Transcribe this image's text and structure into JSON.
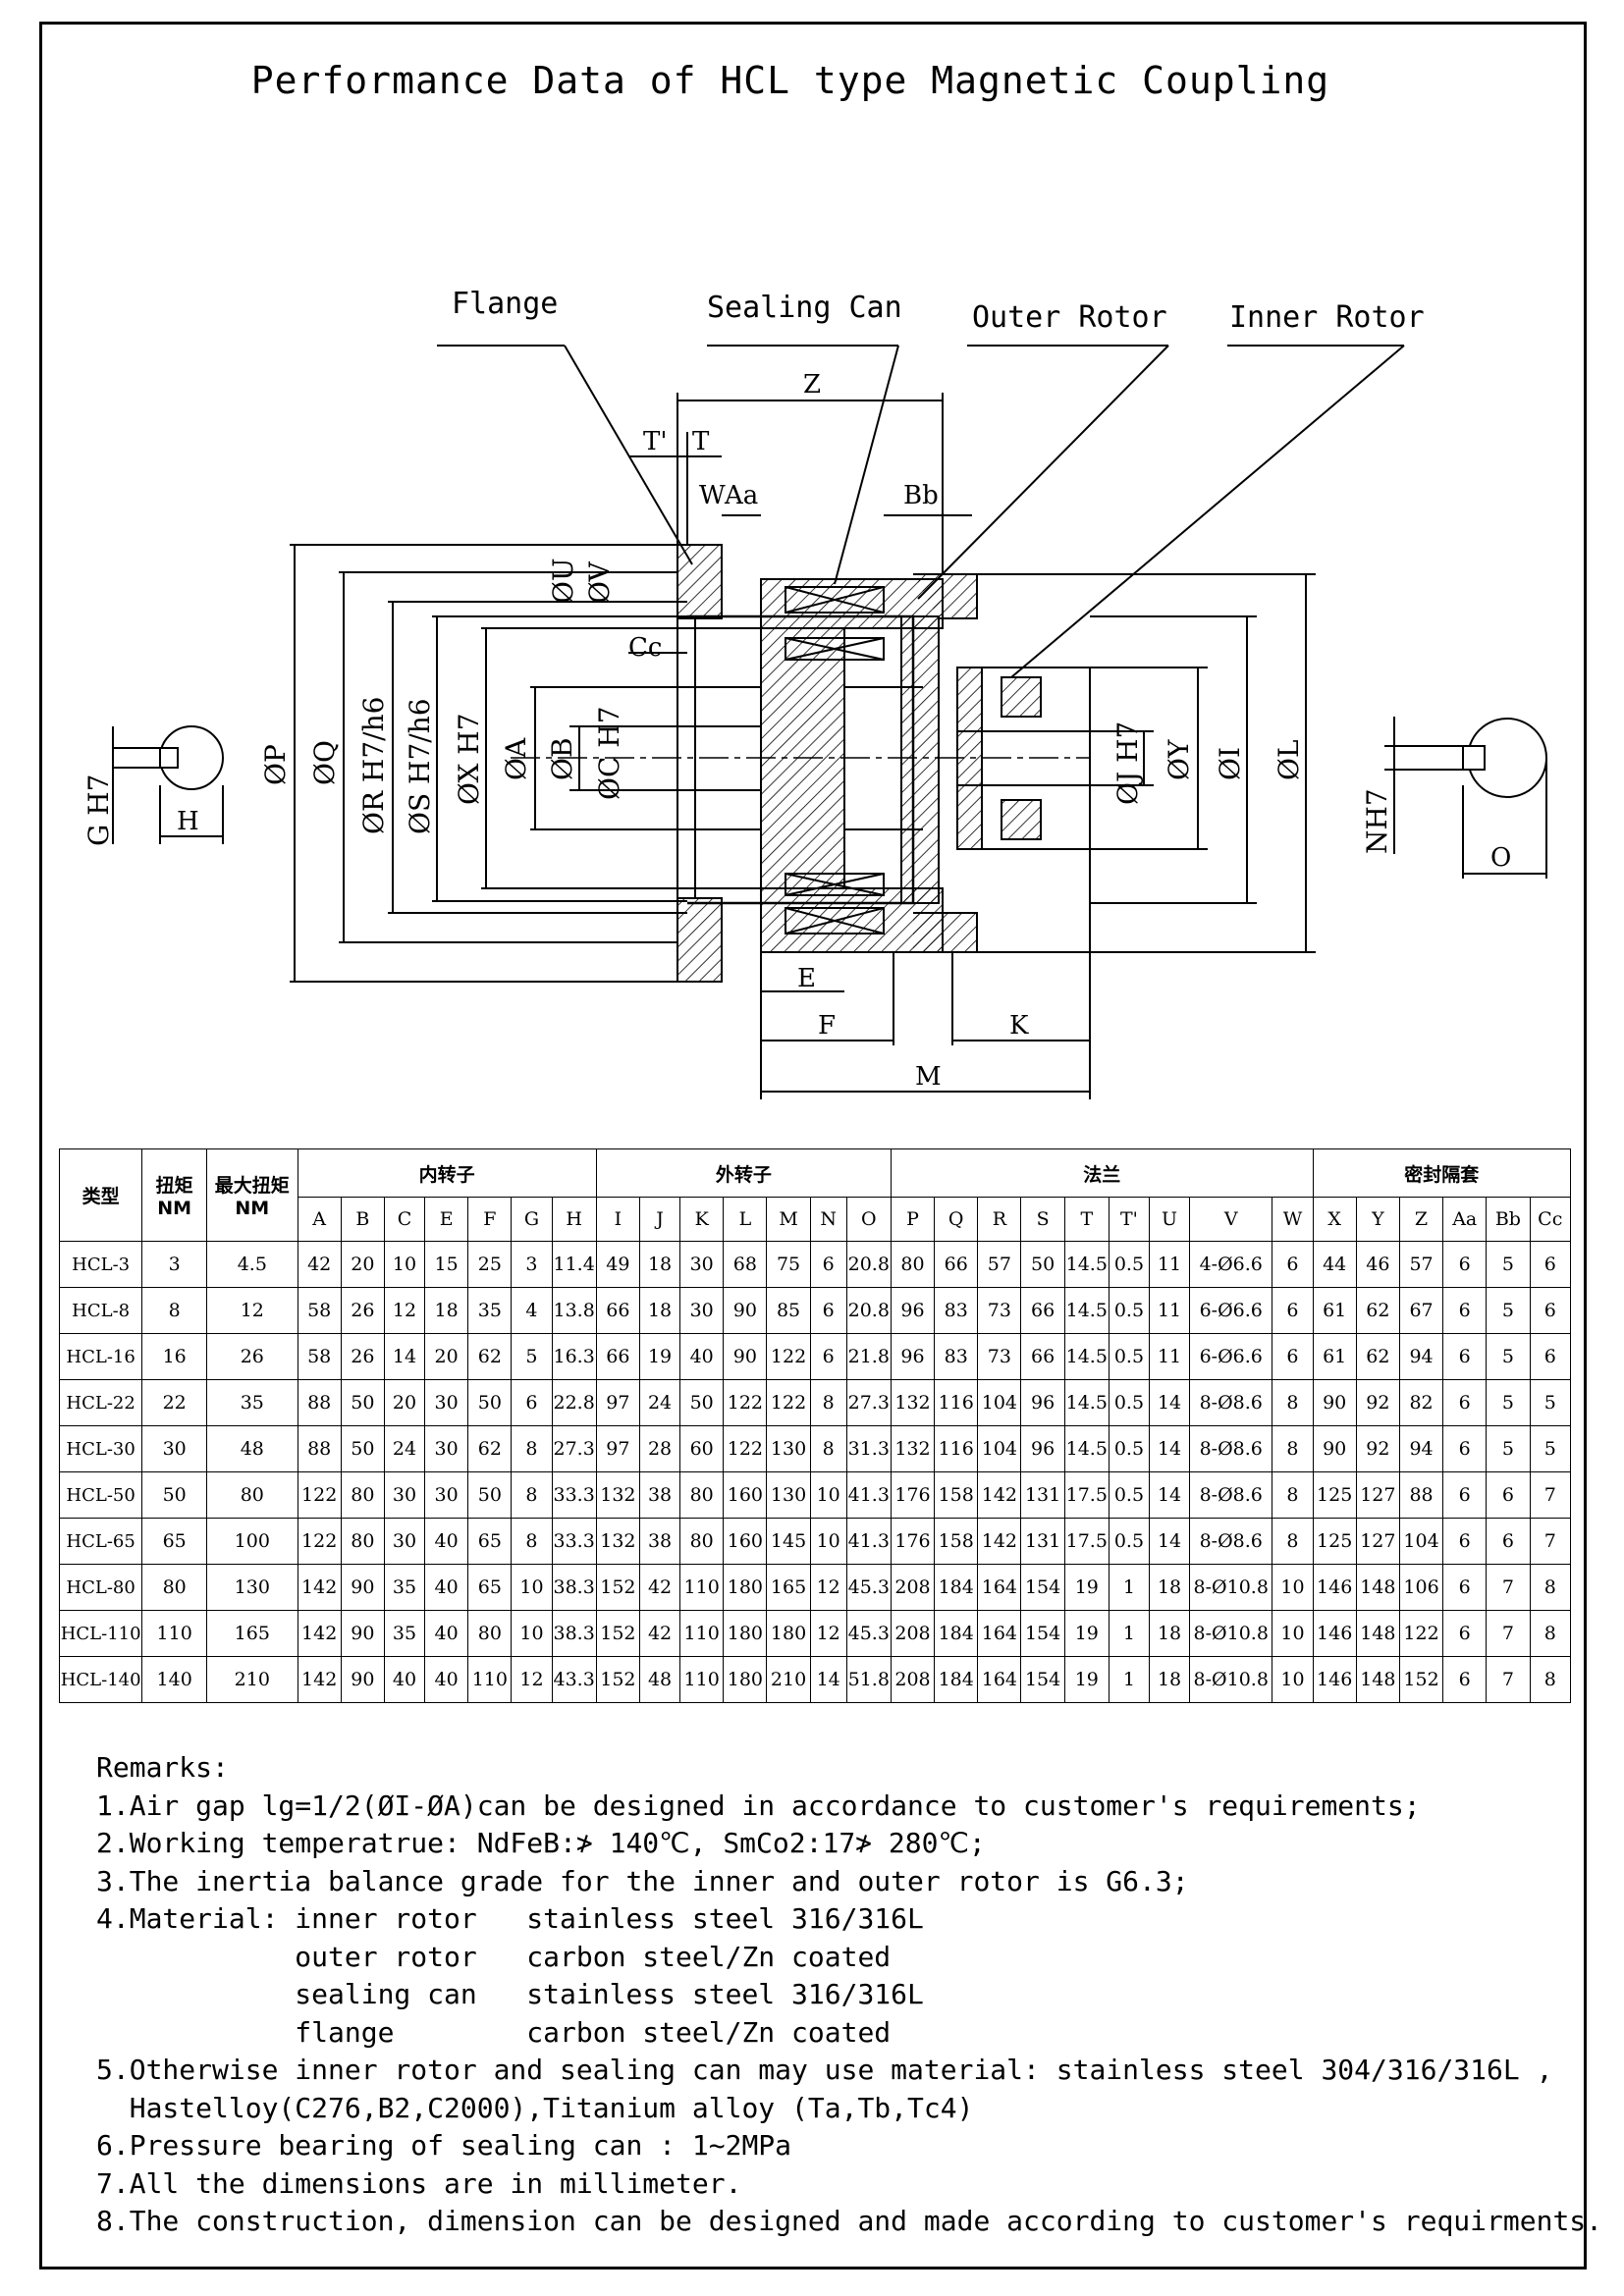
{
  "title": "Performance Data of HCL type Magnetic Coupling",
  "callouts": {
    "flange": "Flange",
    "sealing_can": "Sealing Can",
    "outer_rotor": "Outer Rotor",
    "inner_rotor": "Inner Rotor"
  },
  "dims": {
    "z": "Z",
    "t_prime": "T'",
    "t": "T",
    "w": "W",
    "aa": "Aa",
    "bb": "Bb",
    "cc": "Cc",
    "u": "ØU",
    "v": "ØV",
    "p": "ØP",
    "q": "ØQ",
    "r": "ØR H7/h6",
    "s": "ØS H7/h6",
    "x": "ØX H7",
    "a": "ØA",
    "b": "ØB",
    "c": "ØC H7",
    "j": "ØJ H7",
    "y": "ØY",
    "i": "ØI",
    "l": "ØL",
    "g": "G H7",
    "h": "H",
    "n": "NH7",
    "o": "O",
    "e": "E",
    "f": "F",
    "k": "K",
    "m": "M"
  },
  "table": {
    "group_headers": {
      "model": "类型",
      "torque": "扭矩\nNM",
      "max_torque": "最大扭矩\nNM",
      "inner_rotor": "内转子",
      "outer_rotor": "外转子",
      "flange": "法兰",
      "sealing_can": "密封隔套"
    },
    "columns": [
      "A",
      "B",
      "C",
      "E",
      "F",
      "G",
      "H",
      "I",
      "J",
      "K",
      "L",
      "M",
      "N",
      "O",
      "P",
      "Q",
      "R",
      "S",
      "T",
      "T'",
      "U",
      "V",
      "W",
      "X",
      "Y",
      "Z",
      "Aa",
      "Bb",
      "Cc"
    ],
    "rows": [
      [
        "HCL-3",
        "3",
        "4.5",
        "42",
        "20",
        "10",
        "15",
        "25",
        "3",
        "11.4",
        "49",
        "18",
        "30",
        "68",
        "75",
        "6",
        "20.8",
        "80",
        "66",
        "57",
        "50",
        "14.5",
        "0.5",
        "11",
        "4-Ø6.6",
        "6",
        "44",
        "46",
        "57",
        "6",
        "5",
        "6"
      ],
      [
        "HCL-8",
        "8",
        "12",
        "58",
        "26",
        "12",
        "18",
        "35",
        "4",
        "13.8",
        "66",
        "18",
        "30",
        "90",
        "85",
        "6",
        "20.8",
        "96",
        "83",
        "73",
        "66",
        "14.5",
        "0.5",
        "11",
        "6-Ø6.6",
        "6",
        "61",
        "62",
        "67",
        "6",
        "5",
        "6"
      ],
      [
        "HCL-16",
        "16",
        "26",
        "58",
        "26",
        "14",
        "20",
        "62",
        "5",
        "16.3",
        "66",
        "19",
        "40",
        "90",
        "122",
        "6",
        "21.8",
        "96",
        "83",
        "73",
        "66",
        "14.5",
        "0.5",
        "11",
        "6-Ø6.6",
        "6",
        "61",
        "62",
        "94",
        "6",
        "5",
        "6"
      ],
      [
        "HCL-22",
        "22",
        "35",
        "88",
        "50",
        "20",
        "30",
        "50",
        "6",
        "22.8",
        "97",
        "24",
        "50",
        "122",
        "122",
        "8",
        "27.3",
        "132",
        "116",
        "104",
        "96",
        "14.5",
        "0.5",
        "14",
        "8-Ø8.6",
        "8",
        "90",
        "92",
        "82",
        "6",
        "5",
        "5"
      ],
      [
        "HCL-30",
        "30",
        "48",
        "88",
        "50",
        "24",
        "30",
        "62",
        "8",
        "27.3",
        "97",
        "28",
        "60",
        "122",
        "130",
        "8",
        "31.3",
        "132",
        "116",
        "104",
        "96",
        "14.5",
        "0.5",
        "14",
        "8-Ø8.6",
        "8",
        "90",
        "92",
        "94",
        "6",
        "5",
        "5"
      ],
      [
        "HCL-50",
        "50",
        "80",
        "122",
        "80",
        "30",
        "30",
        "50",
        "8",
        "33.3",
        "132",
        "38",
        "80",
        "160",
        "130",
        "10",
        "41.3",
        "176",
        "158",
        "142",
        "131",
        "17.5",
        "0.5",
        "14",
        "8-Ø8.6",
        "8",
        "125",
        "127",
        "88",
        "6",
        "6",
        "7"
      ],
      [
        "HCL-65",
        "65",
        "100",
        "122",
        "80",
        "30",
        "40",
        "65",
        "8",
        "33.3",
        "132",
        "38",
        "80",
        "160",
        "145",
        "10",
        "41.3",
        "176",
        "158",
        "142",
        "131",
        "17.5",
        "0.5",
        "14",
        "8-Ø8.6",
        "8",
        "125",
        "127",
        "104",
        "6",
        "6",
        "7"
      ],
      [
        "HCL-80",
        "80",
        "130",
        "142",
        "90",
        "35",
        "40",
        "65",
        "10",
        "38.3",
        "152",
        "42",
        "110",
        "180",
        "165",
        "12",
        "45.3",
        "208",
        "184",
        "164",
        "154",
        "19",
        "1",
        "18",
        "8-Ø10.8",
        "10",
        "146",
        "148",
        "106",
        "6",
        "7",
        "8"
      ],
      [
        "HCL-110",
        "110",
        "165",
        "142",
        "90",
        "35",
        "40",
        "80",
        "10",
        "38.3",
        "152",
        "42",
        "110",
        "180",
        "180",
        "12",
        "45.3",
        "208",
        "184",
        "164",
        "154",
        "19",
        "1",
        "18",
        "8-Ø10.8",
        "10",
        "146",
        "148",
        "122",
        "6",
        "7",
        "8"
      ],
      [
        "HCL-140",
        "140",
        "210",
        "142",
        "90",
        "40",
        "40",
        "110",
        "12",
        "43.3",
        "152",
        "48",
        "110",
        "180",
        "210",
        "14",
        "51.8",
        "208",
        "184",
        "164",
        "154",
        "19",
        "1",
        "18",
        "8-Ø10.8",
        "10",
        "146",
        "148",
        "152",
        "6",
        "7",
        "8"
      ]
    ]
  },
  "remarks": {
    "heading": "Remarks:",
    "lines": [
      "1.Air gap lg=1/2(ØI-ØA)can be designed in accordance to customer's requirements;",
      "2.Working temperatrue: NdFeB:≯ 140℃, SmCo2:17≯ 280℃;",
      "3.The inertia balance grade for the inner and outer rotor is G6.3;",
      "4.Material: inner rotor   stainless steel 316/316L",
      "            outer rotor   carbon steel/Zn coated",
      "            sealing can   stainless steel 316/316L",
      "            flange        carbon steel/Zn coated",
      "5.Otherwise inner rotor and sealing can may use material: stainless steel 304/316/316L ,",
      "  Hastelloy(C276,B2,C2000),Titanium alloy (Ta,Tb,Tc4)",
      "6.Pressure bearing of sealing can : 1~2MPa",
      "7.All the dimensions are in millimeter.",
      "8.The construction, dimension can be designed and made according to customer's requirments."
    ]
  }
}
